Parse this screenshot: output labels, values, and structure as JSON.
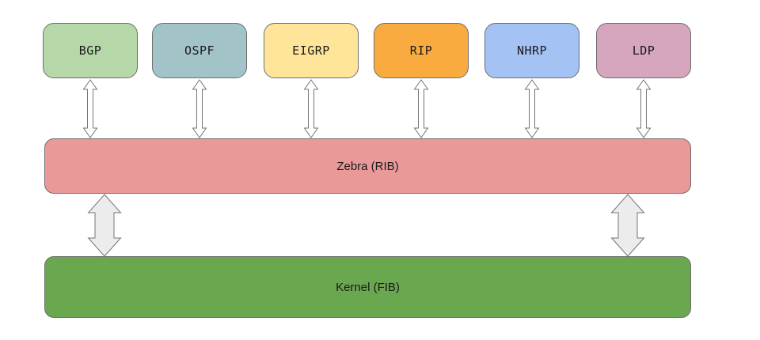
{
  "palette": {
    "small_arrow_fill": "#ffffff",
    "large_arrow_fill": "#ececec",
    "arrow_stroke": "#757575",
    "box_border": "#6e6e6e",
    "label_color": "#1a1a1a"
  },
  "protocols": [
    {
      "label": "BGP",
      "color": "#b6d7a8"
    },
    {
      "label": "OSPF",
      "color": "#a2c4c9"
    },
    {
      "label": "EIGRP",
      "color": "#ffe599"
    },
    {
      "label": "RIP",
      "color": "#f9ab40"
    },
    {
      "label": "NHRP",
      "color": "#a4c2f4"
    },
    {
      "label": "LDP",
      "color": "#d5a6bd"
    }
  ],
  "rib": {
    "label": "Zebra (RIB)",
    "color": "#ea9999"
  },
  "fib": {
    "label": "Kernel (FIB)",
    "color": "#6aa84f"
  }
}
